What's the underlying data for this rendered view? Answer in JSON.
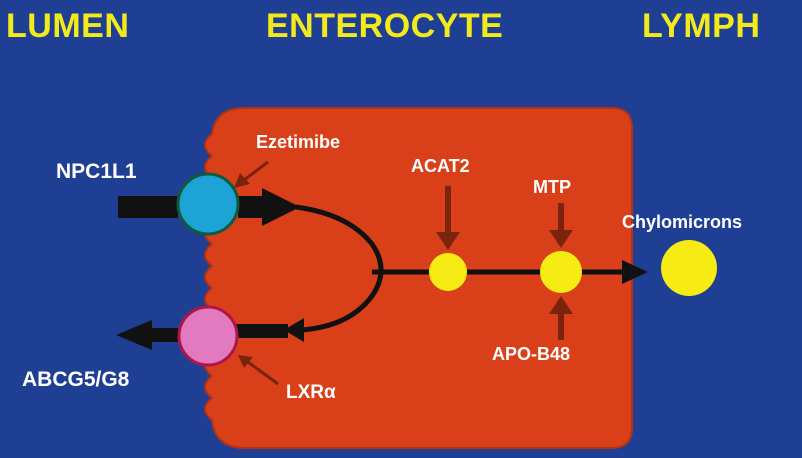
{
  "headers": {
    "lumen": "LUMEN",
    "enterocyte": "ENTEROCYTE",
    "lymph": "LYMPH"
  },
  "labels": {
    "npc1l1": "NPC1L1",
    "abcg5g8": "ABCG5/G8",
    "ezetimibe": "Ezetimibe",
    "acat2": "ACAT2",
    "mtp": "MTP",
    "apob48": "APO-B48",
    "lxr": "LXRα",
    "chylomicrons": "Chylomicrons"
  },
  "colors": {
    "background": "#1f3f94",
    "header_text": "#f2ea1a",
    "cell_fill": "#d9401a",
    "cell_edge": "#b23212",
    "npc1l1_circle": "#1ea3d6",
    "abcg5g8_circle": "#e27ac0",
    "lipid_droplet": "#f6ec14",
    "inhibitor_arrow": "#7a2410",
    "pathway_arrow": "#111111"
  }
}
